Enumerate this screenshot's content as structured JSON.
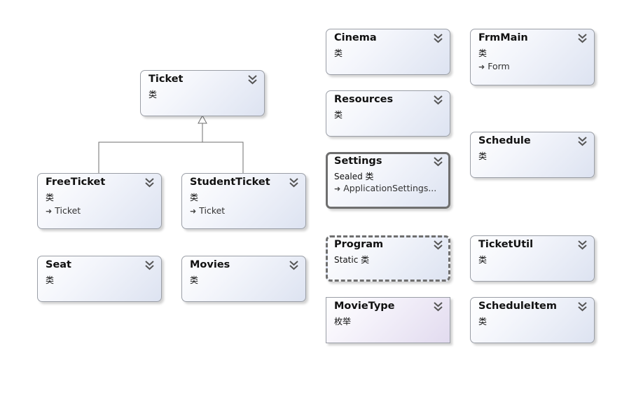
{
  "shapes": {
    "ticket": {
      "name": "Ticket",
      "kind": "类"
    },
    "freeticket": {
      "name": "FreeTicket",
      "kind": "类",
      "base": "Ticket"
    },
    "studentticket": {
      "name": "StudentTicket",
      "kind": "类",
      "base": "Ticket"
    },
    "seat": {
      "name": "Seat",
      "kind": "类"
    },
    "movies": {
      "name": "Movies",
      "kind": "类"
    },
    "cinema": {
      "name": "Cinema",
      "kind": "类"
    },
    "resources": {
      "name": "Resources",
      "kind": "类"
    },
    "settings": {
      "name": "Settings",
      "kind": "Sealed 类",
      "base": "ApplicationSettings..."
    },
    "program": {
      "name": "Program",
      "kind": "Static 类"
    },
    "movietype": {
      "name": "MovieType",
      "kind": "枚举"
    },
    "frmmain": {
      "name": "FrmMain",
      "kind": "类",
      "base": "Form"
    },
    "schedule": {
      "name": "Schedule",
      "kind": "类"
    },
    "ticketutil": {
      "name": "TicketUtil",
      "kind": "类"
    },
    "scheduleitem": {
      "name": "ScheduleItem",
      "kind": "类"
    }
  },
  "icons": {
    "collapse": "double-chevron-down-icon",
    "inherit": "inheritance-arrow-icon"
  }
}
